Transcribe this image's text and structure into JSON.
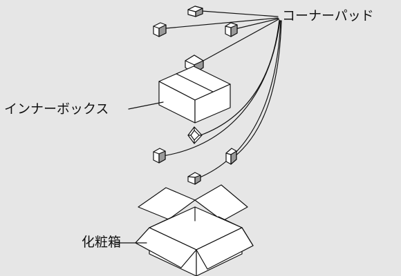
{
  "labels": {
    "corner_pad": "コーナーパッド",
    "inner_box": "インナーボックス",
    "carton": "化粧箱"
  },
  "colors": {
    "background": "#e6e6e6",
    "line": "#111111",
    "box_face_top": "#ffffff",
    "pad_shade": "#888888"
  }
}
